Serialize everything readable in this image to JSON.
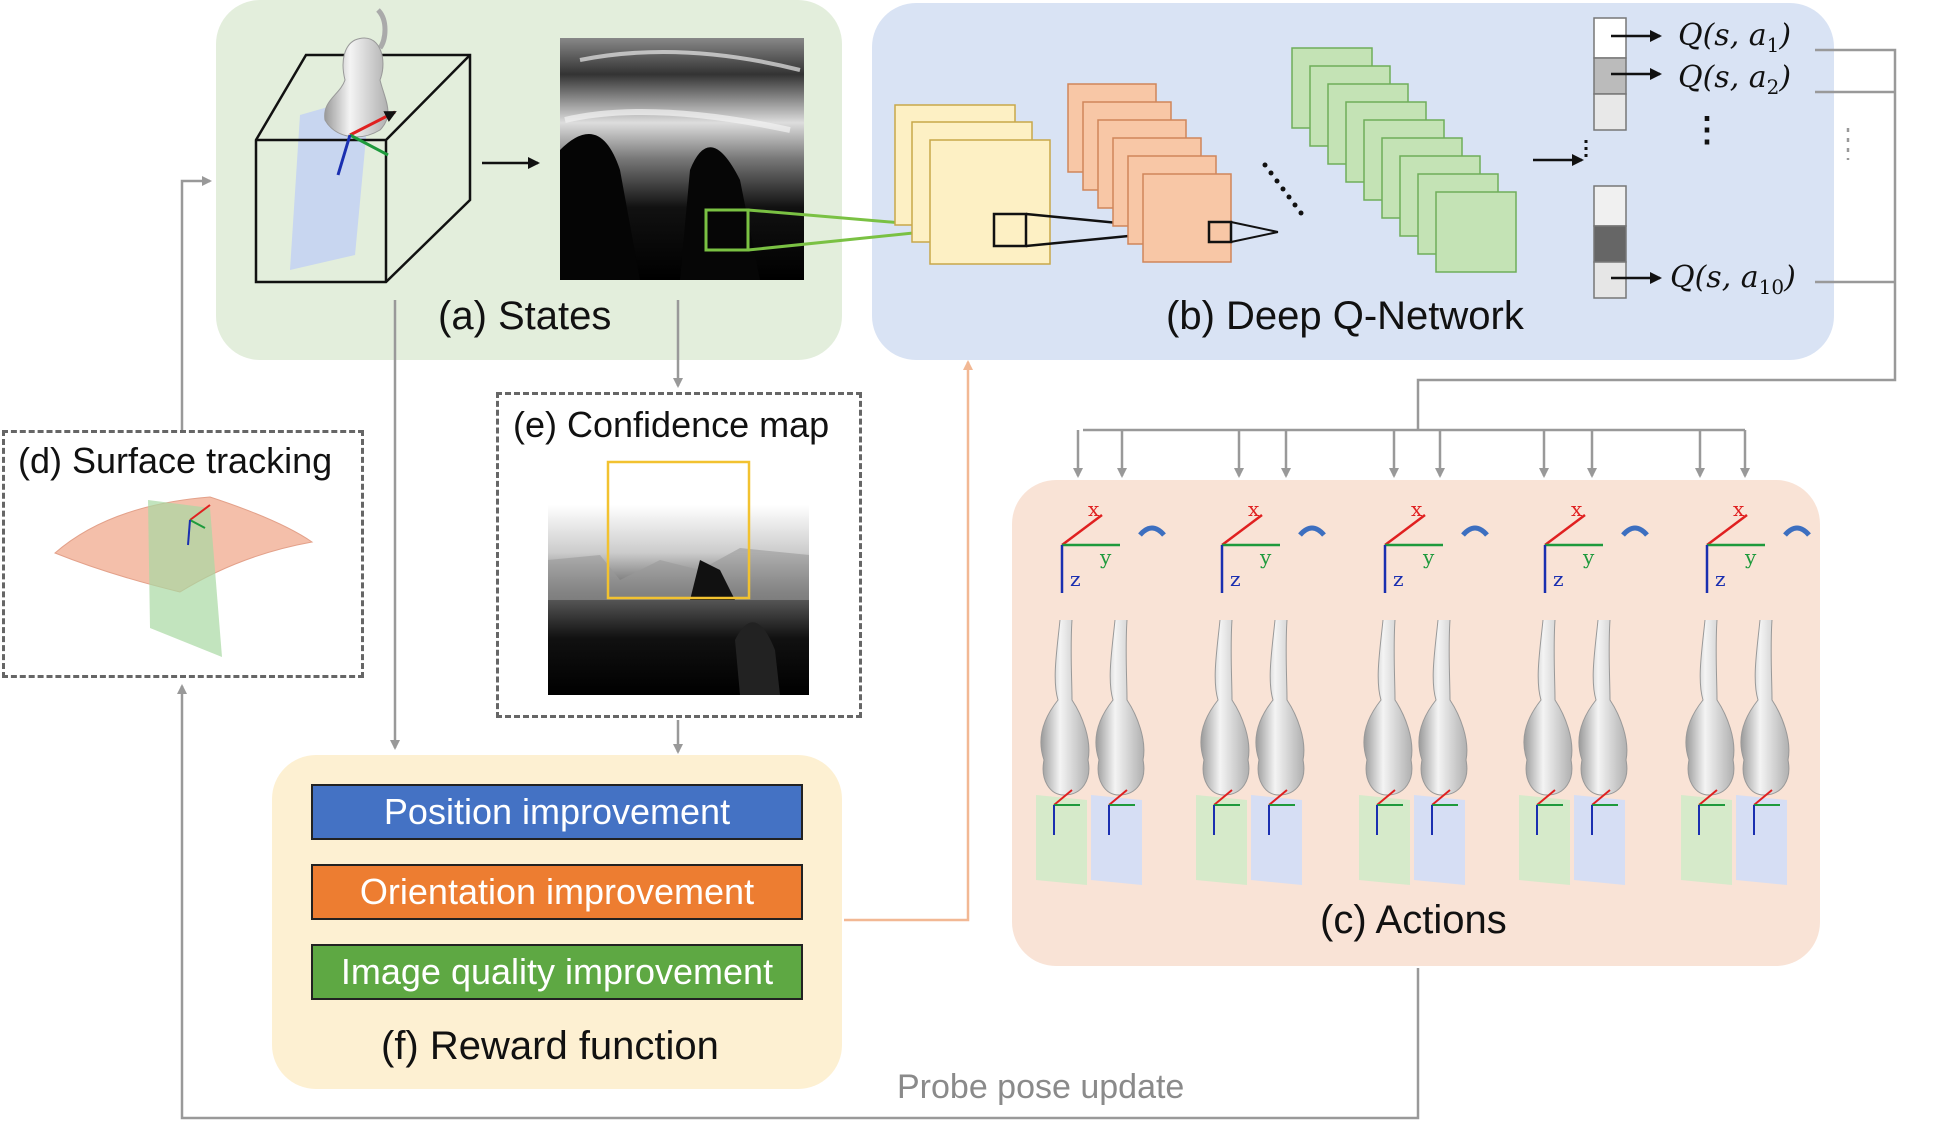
{
  "panels": {
    "states": {
      "label": "(a) States",
      "color": "#e3eedc"
    },
    "dqn": {
      "label": "(b) Deep Q-Network",
      "color": "#d9e3f4"
    },
    "actions": {
      "label": "(c) Actions",
      "color": "#f9e3d6"
    },
    "surface": {
      "label": "(d) Surface tracking"
    },
    "confidence": {
      "label": "(e) Confidence map"
    },
    "reward": {
      "label": "(f) Reward function",
      "color": "#fdf0d2"
    }
  },
  "q_outputs": [
    {
      "text": "Q(s, a",
      "sub": "1",
      "close": ")"
    },
    {
      "text": "Q(s, a",
      "sub": "2",
      "close": ")"
    },
    {
      "text": "Q(s, a",
      "sub": "10",
      "close": ")"
    }
  ],
  "rewards": [
    {
      "label": "Position improvement",
      "color": "#4472c4"
    },
    {
      "label": "Orientation  improvement",
      "color": "#ed7d31"
    },
    {
      "label": "Image quality  improvement",
      "color": "#5ea843"
    }
  ],
  "axes": {
    "x": "x",
    "y": "y",
    "z": "z"
  },
  "feedback_label": "Probe pose update"
}
